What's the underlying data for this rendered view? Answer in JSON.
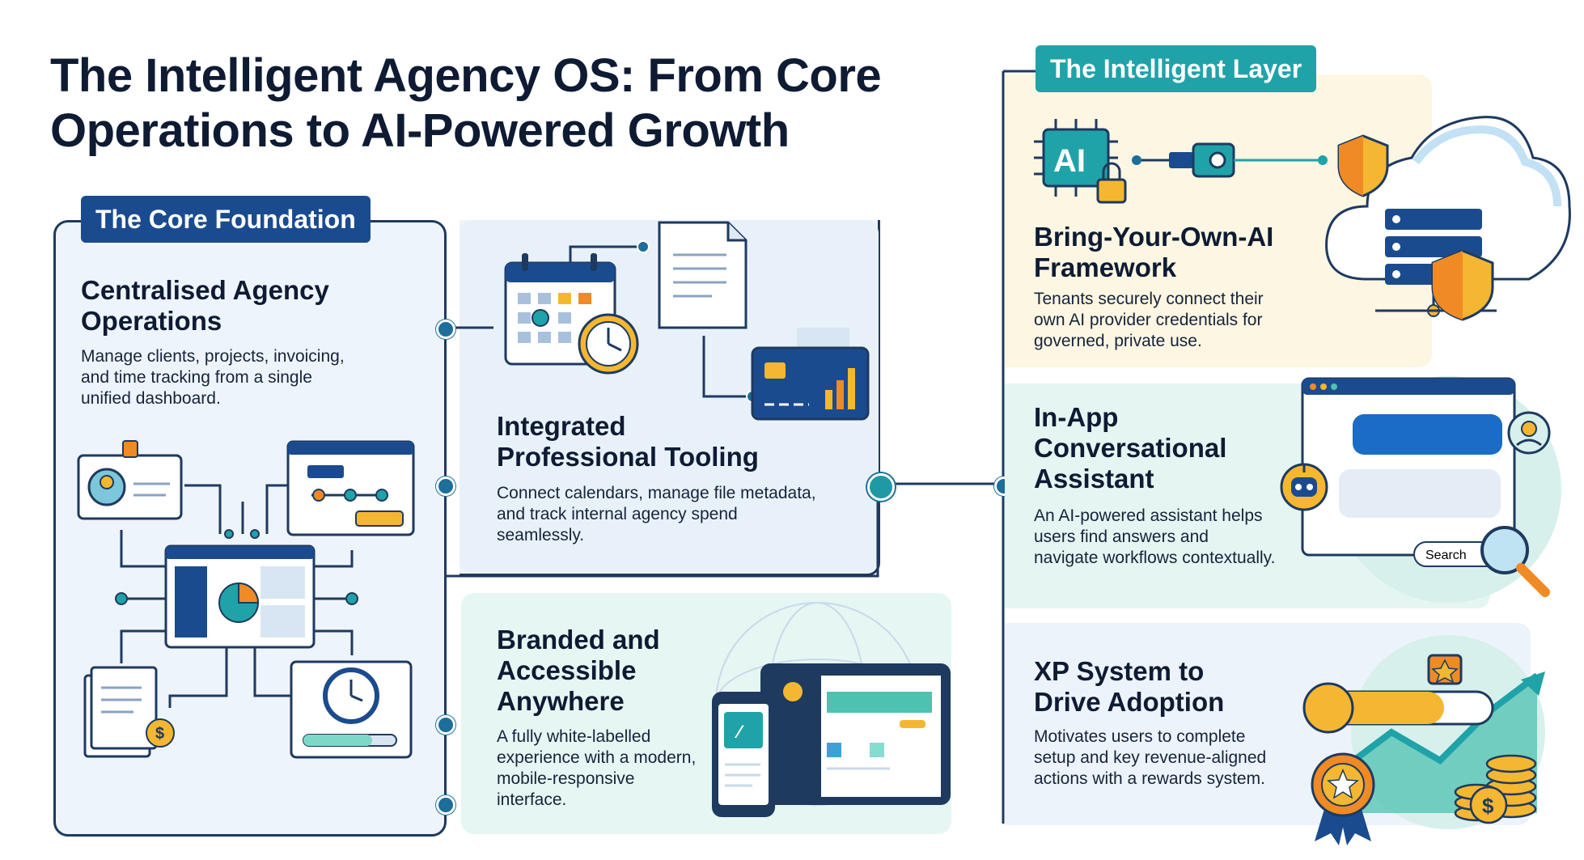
{
  "title_line1": "The Intelligent Agency OS: From Core",
  "title_line2": "Operations to AI-Powered Growth",
  "core": {
    "tag": "The Core Foundation",
    "centralised": {
      "heading_line1": "Centralised Agency",
      "heading_line2": "Operations",
      "body_line1": "Manage clients, projects, invoicing,",
      "body_line2": "and time tracking from a single",
      "body_line3": "unified dashboard."
    },
    "tooling": {
      "heading_line1": "Integrated",
      "heading_line2": "Professional Tooling",
      "body_line1": "Connect calendars, manage file metadata,",
      "body_line2": "and track internal agency spend",
      "body_line3": "seamlessly."
    },
    "branded": {
      "heading_line1": "Branded and",
      "heading_line2": "Accessible",
      "heading_line3": "Anywhere",
      "body_line1": "A fully white-labelled",
      "body_line2": "experience with a modern,",
      "body_line3": "mobile-responsive",
      "body_line4": "interface."
    }
  },
  "intelligent": {
    "tag": "The Intelligent Layer",
    "ai_badge": "AI",
    "byoai": {
      "heading_line1": "Bring-Your-Own-AI",
      "heading_line2": "Framework",
      "body_line1": "Tenants securely connect their",
      "body_line2": "own AI provider credentials for",
      "body_line3": "governed, private use."
    },
    "assistant": {
      "heading_line1": "In-App",
      "heading_line2": "Conversational",
      "heading_line3": "Assistant",
      "body_line1": "An AI-powered assistant helps",
      "body_line2": "users find answers and",
      "body_line3": "navigate workflows contextually.",
      "search_label": "Search"
    },
    "xp": {
      "heading_line1": "XP System to",
      "heading_line2": "Drive Adoption",
      "body_line1": "Motivates users to complete",
      "body_line2": "setup and key revenue-aligned",
      "body_line3": "actions with a rewards system."
    }
  },
  "colors": {
    "navy": "#1b4b8f",
    "teal": "#1fa3a8",
    "dark_text": "#0e1b33",
    "gold": "#f5b731",
    "orange": "#f08a24"
  }
}
